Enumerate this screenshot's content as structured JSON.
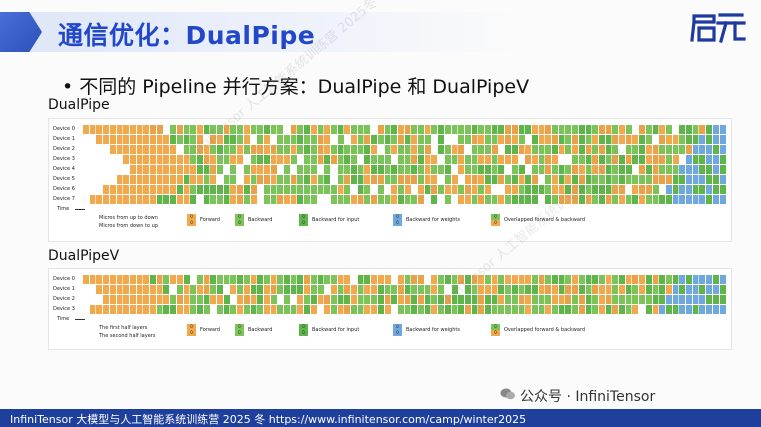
{
  "header": {
    "title": "通信优化：DualPipe",
    "logo_text": "启元"
  },
  "bullet": "• 不同的 Pipeline 并行方案：DualPipe 和 DualPipeV",
  "dualpipe": {
    "heading": "DualPipe",
    "devices": [
      "Device 0",
      "Device 1",
      "Device 2",
      "Device 3",
      "Device 4",
      "Device 5",
      "Device 6",
      "Device 7"
    ],
    "time_label": "Time",
    "legend_direction_1": "Micros from up to down",
    "legend_direction_2": "Micros from down to up"
  },
  "dualpipev": {
    "heading": "DualPipeV",
    "devices": [
      "Device 0",
      "Device 1",
      "Device 2",
      "Device 3"
    ],
    "time_label": "Time",
    "legend_direction_1": "The first half layers",
    "legend_direction_2": "The second half layers"
  },
  "legend": {
    "forward": "Forward",
    "backward": "Backward",
    "backward_input": "Backward for input",
    "backward_weights": "Backward for weights",
    "overlapped": "Overlapped forward & backward",
    "box_forward_top": "0",
    "box_forward_bottom": "0",
    "box_backward_top": "0",
    "box_backward_bottom": "0",
    "box_input_top": "0",
    "box_input_bottom": "0",
    "box_weights_top": "0",
    "box_weights_bottom": "0",
    "box_overlap_top": "0",
    "box_overlap_bottom": "0"
  },
  "colors": {
    "forward": "#f0a94c",
    "backward": "#7cc45a",
    "backward_input": "#5fb54a",
    "backward_weights": "#6fa8dc",
    "overlap": "#e8a24a",
    "accent": "#2247c9",
    "footer": "#1f3f9d"
  },
  "wechat": "公众号 · InfiniTensor",
  "footer": "InfiniTensor 大模型与人工智能系统训练营 2025 冬    https://www.infinitensor.com/camp/winter2025",
  "watermark": "InfiniTensor 人工智能系统训练营 2025冬"
}
